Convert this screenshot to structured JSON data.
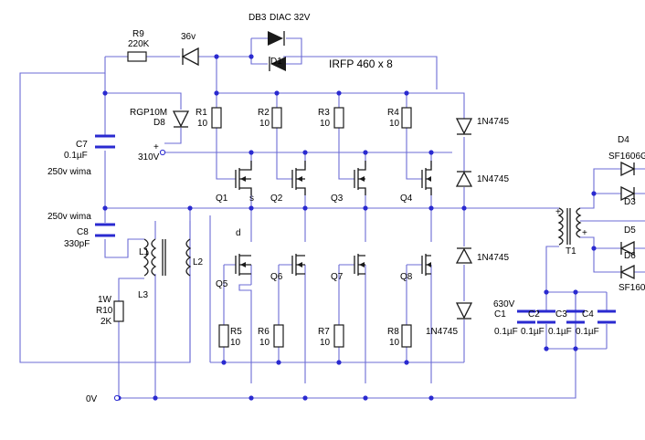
{
  "title": "IRFP 460 x 8",
  "labels": {
    "db3": "DB3",
    "diac": "DIAC 32V",
    "d1": "D1",
    "r9": "R9",
    "r9_val": "220K",
    "z36": "36v",
    "rgp": "RGP10M",
    "d8": "D8",
    "c7": "C7",
    "c7_val": "0.1µF",
    "c7_rating": "250v  wima",
    "c8_rating": "250v  wima",
    "c8": "C8",
    "c8_val": "330pF",
    "plus": "+",
    "v310": "310V",
    "r1": "R1",
    "r2": "R2",
    "r3": "R3",
    "r4": "R4",
    "r5": "R5",
    "r6": "R6",
    "r7": "R7",
    "r8": "R8",
    "ten": "10",
    "q1": "Q1",
    "q2": "Q2",
    "q3": "Q3",
    "q4": "Q4",
    "q5": "Q5",
    "q6": "Q6",
    "q7": "Q7",
    "q8": "Q8",
    "s": "s",
    "d": "d",
    "zener": "1N4745",
    "l1": "L1",
    "l2": "L2",
    "l3": "L3",
    "r10_w": "1W",
    "r10": "R10",
    "r10_val": "2K",
    "zero_v": "0V",
    "t1": "T1",
    "d4": "D4",
    "sf1": "SF1606G",
    "d3": "D3",
    "d5": "D5",
    "d6": "D6",
    "sf2": "SF160",
    "v630": "630V",
    "c1": "C1",
    "c2": "C2",
    "c3": "C3",
    "c4": "C4",
    "c_val": "0.1µF"
  },
  "colors": {
    "wire": "#6b6bd6",
    "junction": "#2a2ad0",
    "component": "#1a1a1a"
  }
}
